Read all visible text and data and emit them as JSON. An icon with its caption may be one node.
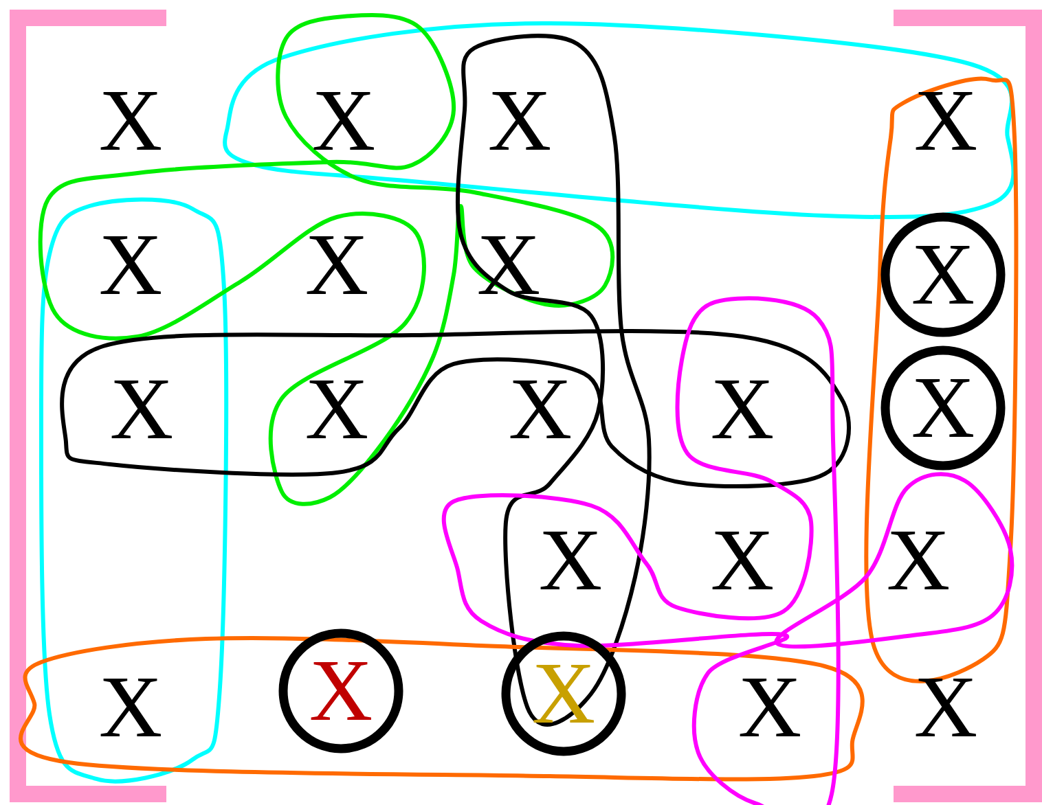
{
  "diagram": {
    "nodes": [
      {
        "text": [
          "X"
        ]
      },
      {
        "text": [
          "X"
        ]
      },
      {
        "text": [
          "X"
        ]
      },
      {
        "text": [
          "X"
        ]
      },
      {
        "text": [
          "X"
        ]
      },
      {
        "text": [
          "X"
        ]
      },
      {
        "text": [
          "X"
        ]
      },
      {
        "text": [
          "X"
        ]
      },
      {
        "text": [
          "X"
        ]
      },
      {
        "text": [
          "X"
        ]
      },
      {
        "text": [
          "X"
        ]
      },
      {
        "text": [
          "X"
        ]
      },
      {
        "text": [
          "X"
        ]
      },
      {
        "text": [
          "X"
        ]
      },
      {
        "text": [
          "X"
        ]
      },
      {
        "text": [
          "X"
        ]
      },
      {
        "text": [
          "X"
        ]
      },
      {
        "text": [
          "X"
        ]
      },
      {
        "text": [
          "X"
        ]
      },
      {
        "text": [
          "X"
        ]
      },
      {
        "text": [
          "X"
        ]
      }
    ]
  }
}
